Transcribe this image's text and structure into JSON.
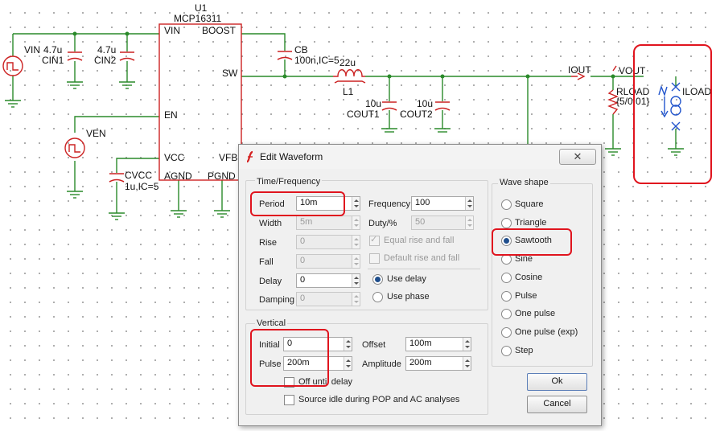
{
  "schematic": {
    "u1_ref": "U1",
    "u1_part": "MCP16311",
    "pins": {
      "vin": "VIN",
      "boost": "BOOST",
      "sw": "SW",
      "en": "EN",
      "vcc": "VCC",
      "vfb": "VFB",
      "agnd": "AGND",
      "pgnd": "PGND"
    },
    "components": {
      "vin": "VIN",
      "cin1_val": "4.7u",
      "cin1": "CIN1",
      "cin2_val": "4.7u",
      "cin2": "CIN2",
      "cb": "CB",
      "cb_val": "100n,IC=5",
      "l1_val": "22u",
      "l1": "L1",
      "cout1_val": "10u",
      "cout1": "COUT1",
      "cout2_val": "10u",
      "cout2": "COUT2",
      "iout": "IOUT",
      "vout": "VOUT",
      "rload": "RLOAD",
      "rload_val": "{5/0.01}",
      "iload": "ILOAD",
      "ven": "VEN",
      "cvcc": "CVCC",
      "cvcc_val": "1u,IC=5"
    },
    "colors": {
      "wire": "#2a8a2a",
      "part": "#cc2222",
      "highlight": "#e0141e"
    }
  },
  "dialog": {
    "title": "Edit Waveform",
    "close_glyph": "✕",
    "time_group": "Time/Frequency",
    "period": {
      "label": "Period",
      "value": "10m"
    },
    "width": {
      "label": "Width",
      "value": "5m"
    },
    "rise": {
      "label": "Rise",
      "value": "0"
    },
    "fall": {
      "label": "Fall",
      "value": "0"
    },
    "delay": {
      "label": "Delay",
      "value": "0"
    },
    "damping": {
      "label": "Damping",
      "value": "0"
    },
    "frequency": {
      "label": "Frequency",
      "value": "100"
    },
    "duty": {
      "label": "Duty/%",
      "value": "50"
    },
    "equal_rise_fall": "Equal rise and fall",
    "default_rise_fall": "Default rise and fall",
    "use_delay": "Use delay",
    "use_phase": "Use phase",
    "vertical_group": "Vertical",
    "initial": {
      "label": "Initial",
      "value": "0"
    },
    "pulse": {
      "label": "Pulse",
      "value": "200m"
    },
    "offset": {
      "label": "Offset",
      "value": "100m"
    },
    "amplitude": {
      "label": "Amplitude",
      "value": "200m"
    },
    "off_until_delay": "Off until delay",
    "source_idle": "Source idle during POP and AC analyses",
    "wave_group": "Wave shape",
    "wave_shapes": [
      "Square",
      "Triangle",
      "Sawtooth",
      "Sine",
      "Cosine",
      "Pulse",
      "One pulse",
      "One pulse (exp)",
      "Step"
    ],
    "selected_shape": "Sawtooth",
    "ok": "Ok",
    "cancel": "Cancel"
  }
}
